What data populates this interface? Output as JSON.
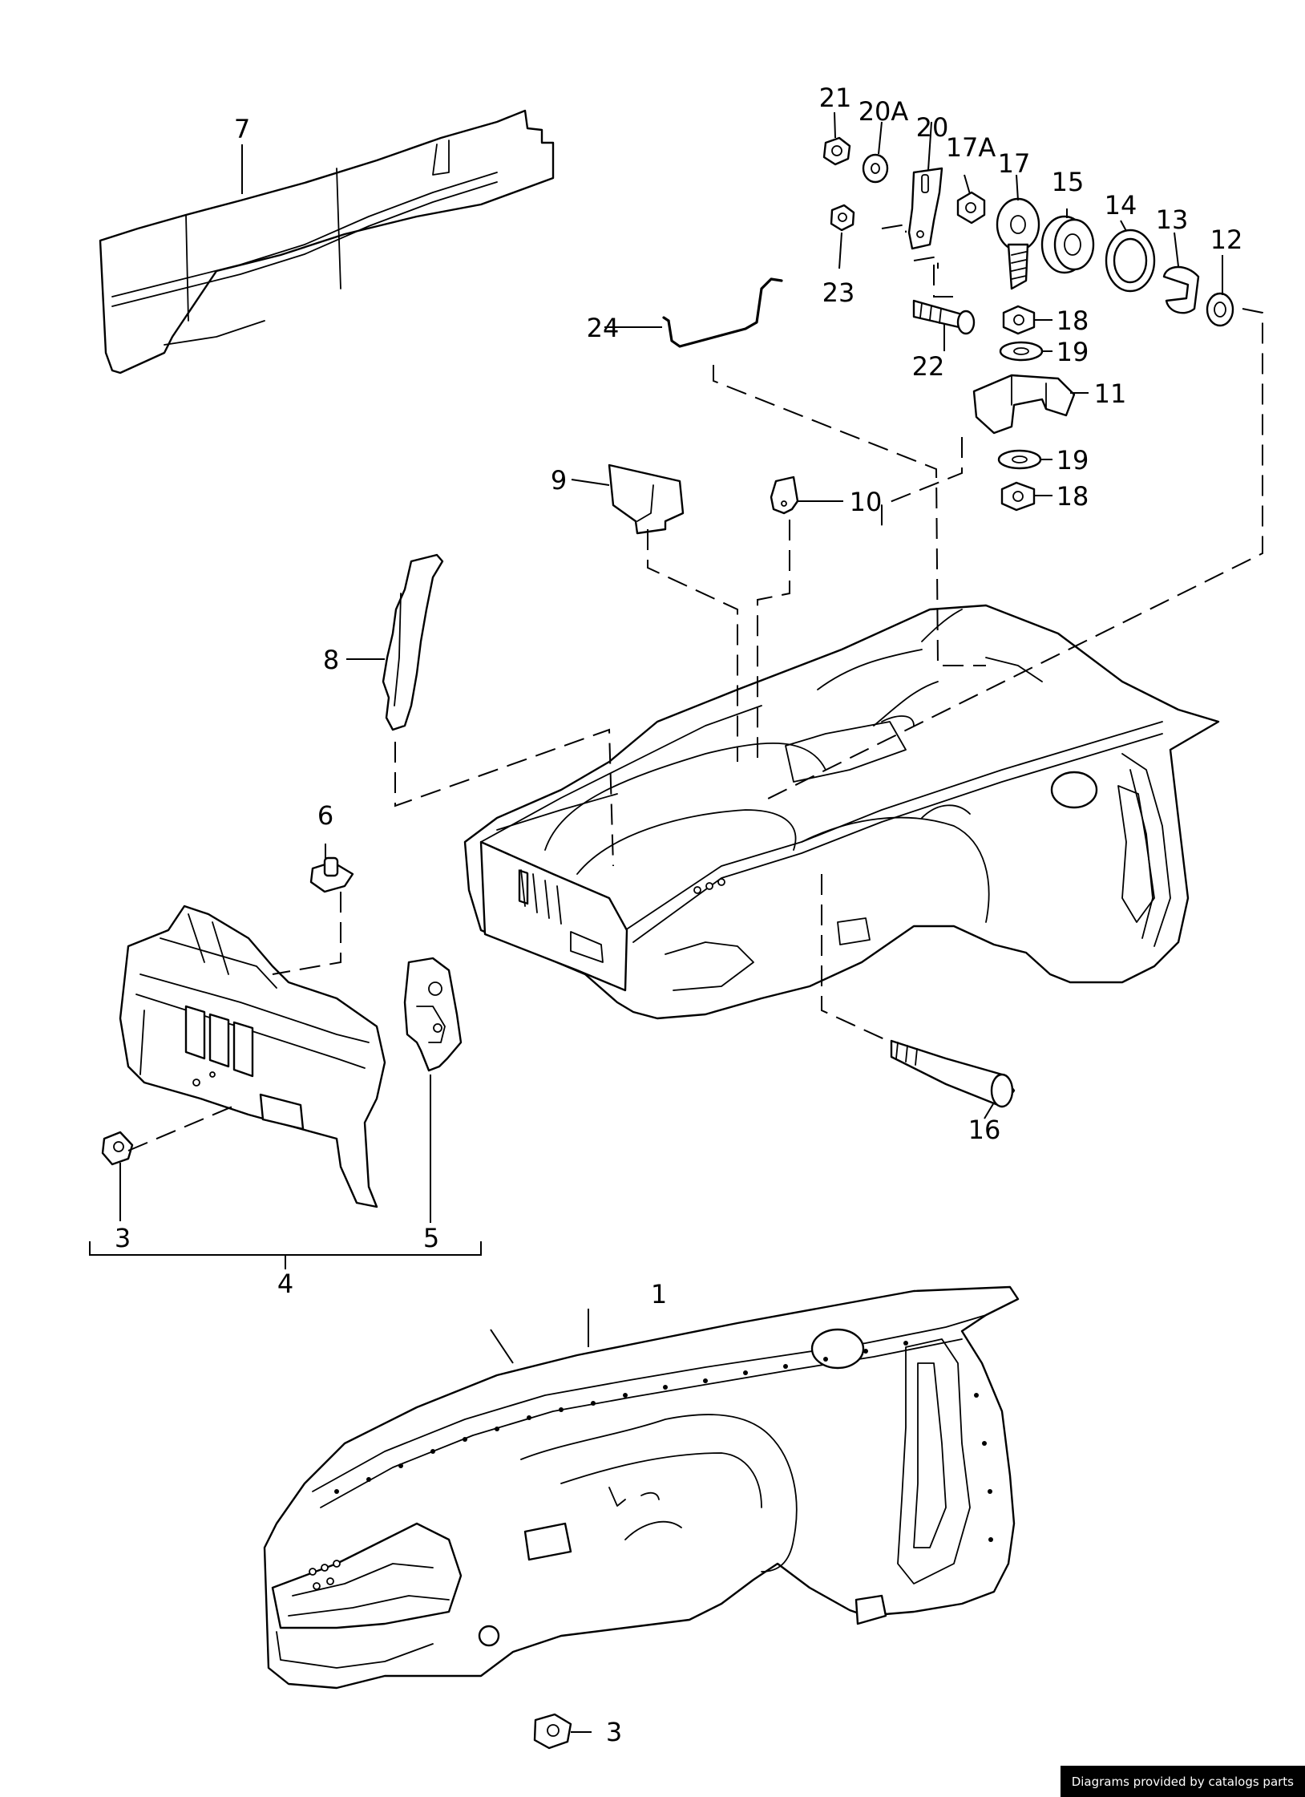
{
  "diagram": {
    "callouts": [
      {
        "key": "p1",
        "text": "1"
      },
      {
        "key": "p3a",
        "text": "3"
      },
      {
        "key": "p3b",
        "text": "3"
      },
      {
        "key": "p4",
        "text": "4"
      },
      {
        "key": "p5",
        "text": "5"
      },
      {
        "key": "p6",
        "text": "6"
      },
      {
        "key": "p7",
        "text": "7"
      },
      {
        "key": "p8",
        "text": "8"
      },
      {
        "key": "p9",
        "text": "9"
      },
      {
        "key": "p10",
        "text": "10"
      },
      {
        "key": "p11",
        "text": "11"
      },
      {
        "key": "p12",
        "text": "12"
      },
      {
        "key": "p13",
        "text": "13"
      },
      {
        "key": "p14",
        "text": "14"
      },
      {
        "key": "p15",
        "text": "15"
      },
      {
        "key": "p16",
        "text": "16"
      },
      {
        "key": "p17",
        "text": "17"
      },
      {
        "key": "p17a",
        "text": "17A"
      },
      {
        "key": "p18a",
        "text": "18"
      },
      {
        "key": "p18b",
        "text": "18"
      },
      {
        "key": "p19a",
        "text": "19"
      },
      {
        "key": "p19b",
        "text": "19"
      },
      {
        "key": "p20",
        "text": "20"
      },
      {
        "key": "p20a",
        "text": "20A"
      },
      {
        "key": "p21",
        "text": "21"
      },
      {
        "key": "p22",
        "text": "22"
      },
      {
        "key": "p23",
        "text": "23"
      },
      {
        "key": "p24",
        "text": "24"
      }
    ]
  },
  "footer": {
    "credit": "Diagrams provided by catalogs parts"
  }
}
